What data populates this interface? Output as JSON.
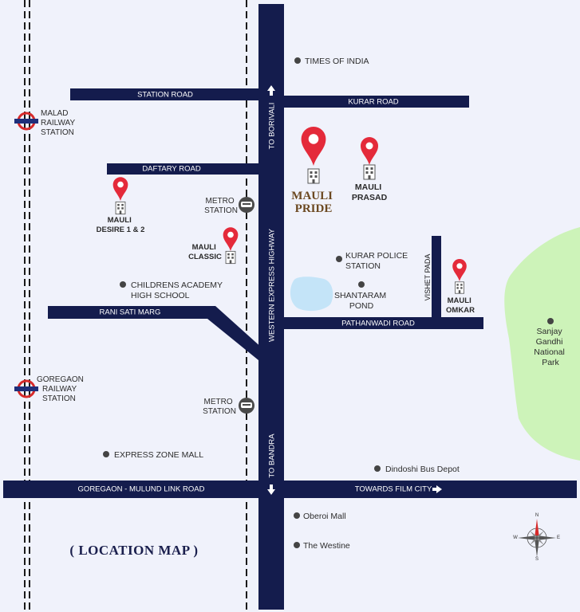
{
  "map_title": "( LOCATION MAP )",
  "colors": {
    "background": "#f0f2fb",
    "road": "#141c4d",
    "road_text": "#ffffff",
    "pin": "#e42a3a",
    "park": "#cdf3b9",
    "lake": "#c4e4f8",
    "railway_icon": "#d62a2a",
    "label": "#333333",
    "highlight_label": "#6b4820"
  },
  "roads": {
    "station_road": "STATION ROAD",
    "kurar_road": "KURAR ROAD",
    "daftary_road": "DAFTARY ROAD",
    "rani_sati_marg": "RANI SATI MARG",
    "pathanwadi_road": "PATHANWADI ROAD",
    "goregaon_mulund_link_road": "GOREGAON - MULUND LINK ROAD",
    "towards_film_city": "TOWARDS FILM CITY",
    "western_express_highway": "WESTERN EXPRESS HIGHWAY",
    "to_borivali": "TO BORIVALI",
    "to_bandra": "TO BANDRA",
    "vishet_pada": "VISHET PADA"
  },
  "railway_stations": {
    "malad": [
      "MALAD",
      "RAILWAY",
      "STATION"
    ],
    "goregaon": [
      "GOREGAON",
      "RAILWAY",
      "STATION"
    ]
  },
  "metro_stations": {
    "north": [
      "METRO",
      "STATION"
    ],
    "south": [
      "METRO",
      "STATION"
    ]
  },
  "projects": {
    "mauli_pride": [
      "MAULI",
      "PRIDE"
    ],
    "mauli_prasad": [
      "MAULI",
      "PRASAD"
    ],
    "mauli_desire": [
      "MAULI",
      "DESIRE 1 & 2"
    ],
    "mauli_classic": [
      "MAULI",
      "CLASSIC"
    ],
    "mauli_omkar": [
      "MAULI",
      "OMKAR"
    ]
  },
  "landmarks": {
    "times_of_india": [
      "TIMES OF INDIA"
    ],
    "childrens_academy": [
      "CHILDRENS ACADEMY",
      "HIGH SCHOOL"
    ],
    "kurar_police_station": [
      "KURAR POLICE",
      "STATION"
    ],
    "shantaram_pond": [
      "SHANTARAM",
      "POND"
    ],
    "express_zone_mall": [
      "EXPRESS ZONE MALL"
    ],
    "dindoshi_bus_depot": [
      "Dindoshi Bus Depot"
    ],
    "oberoi_mall": [
      "Oberoi Mall"
    ],
    "the_westine": [
      "The Westine"
    ],
    "sanjay_gandhi_national_park": [
      "Sanjay",
      "Gandhi",
      "National",
      "Park"
    ]
  },
  "compass": {
    "n": "N",
    "s": "S",
    "e": "E",
    "w": "W"
  }
}
